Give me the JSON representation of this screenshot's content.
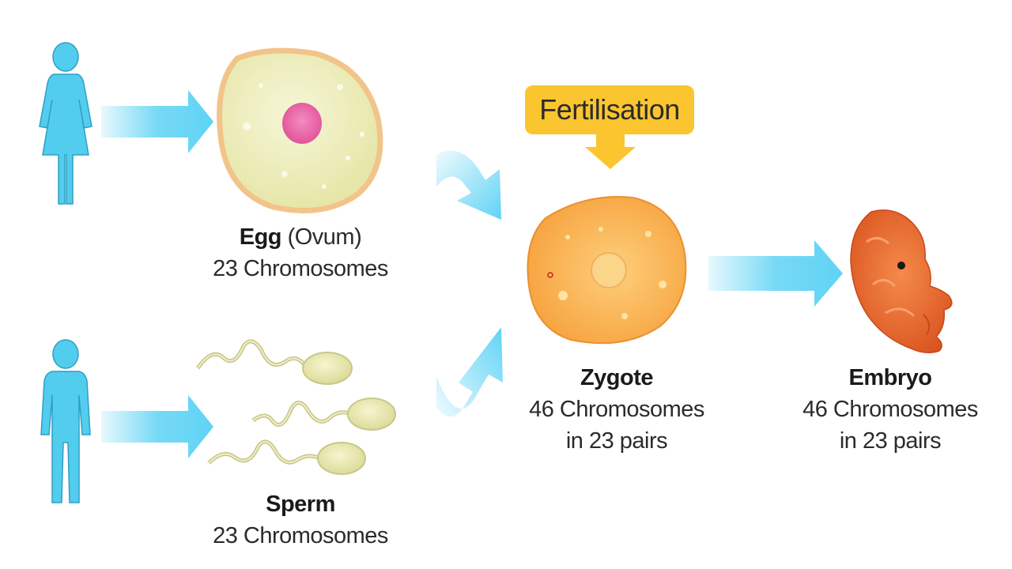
{
  "callout": {
    "text": "Fertilisation"
  },
  "egg": {
    "title": "Egg",
    "subtitle": "(Ovum)",
    "chromosomes": "23 Chromosomes"
  },
  "sperm": {
    "title": "Sperm",
    "chromosomes": "23 Chromosomes"
  },
  "zygote": {
    "title": "Zygote",
    "chromosomes": "46 Chromosomes",
    "pairs": "in 23 pairs"
  },
  "embryo": {
    "title": "Embryo",
    "chromosomes": "46 Chromosomes",
    "pairs": "in 23 pairs"
  },
  "colors": {
    "arrow": "#5fd3f5",
    "figure": "#52cdee",
    "callout": "#fbc52f",
    "egg_body": "#f1f0c4",
    "egg_nucleus": "#e85ba0",
    "zygote": "#f9a945",
    "embryo": "#e8662a",
    "sperm": "#ecebb3"
  },
  "icons": [
    "female-figure-icon",
    "male-figure-icon"
  ]
}
